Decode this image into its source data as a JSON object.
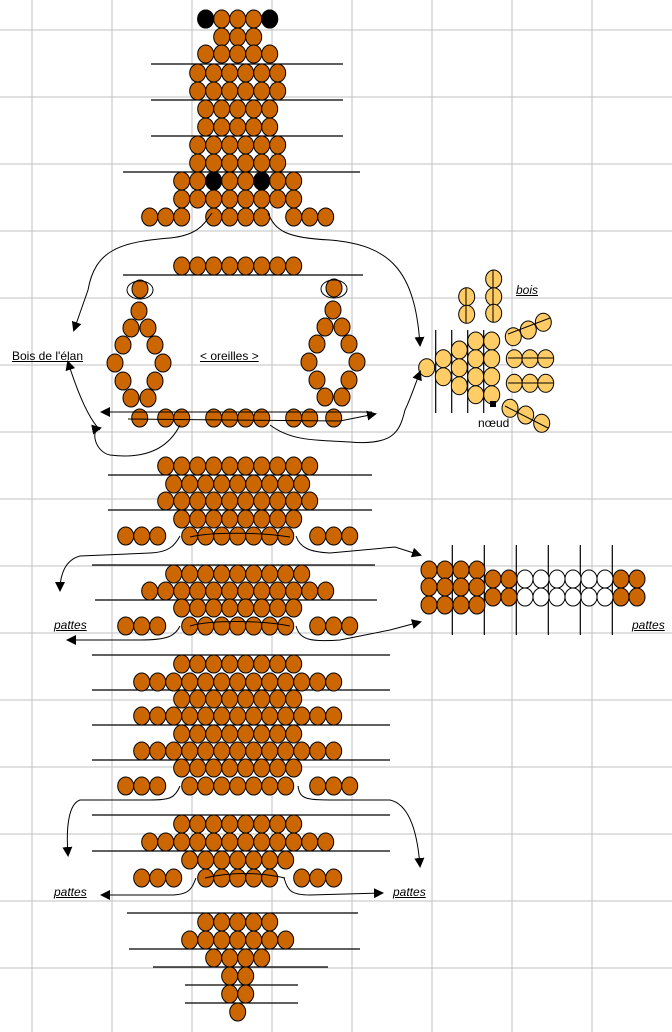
{
  "labels": {
    "antler_title": "Bois de l'élan",
    "ears": "< oreilles >",
    "antler_small": "bois",
    "knot": "nœud",
    "legs_mid_left": "pattes",
    "legs_mid_right": "pattes",
    "legs_low_left": "pattes",
    "legs_low_right": "pattes"
  },
  "colors": {
    "bead_brown": "#cc6600",
    "bead_light": "#ffcc66",
    "bead_black": "#000000",
    "bead_white": "#ffffff",
    "grid": "#c0c0c0"
  }
}
